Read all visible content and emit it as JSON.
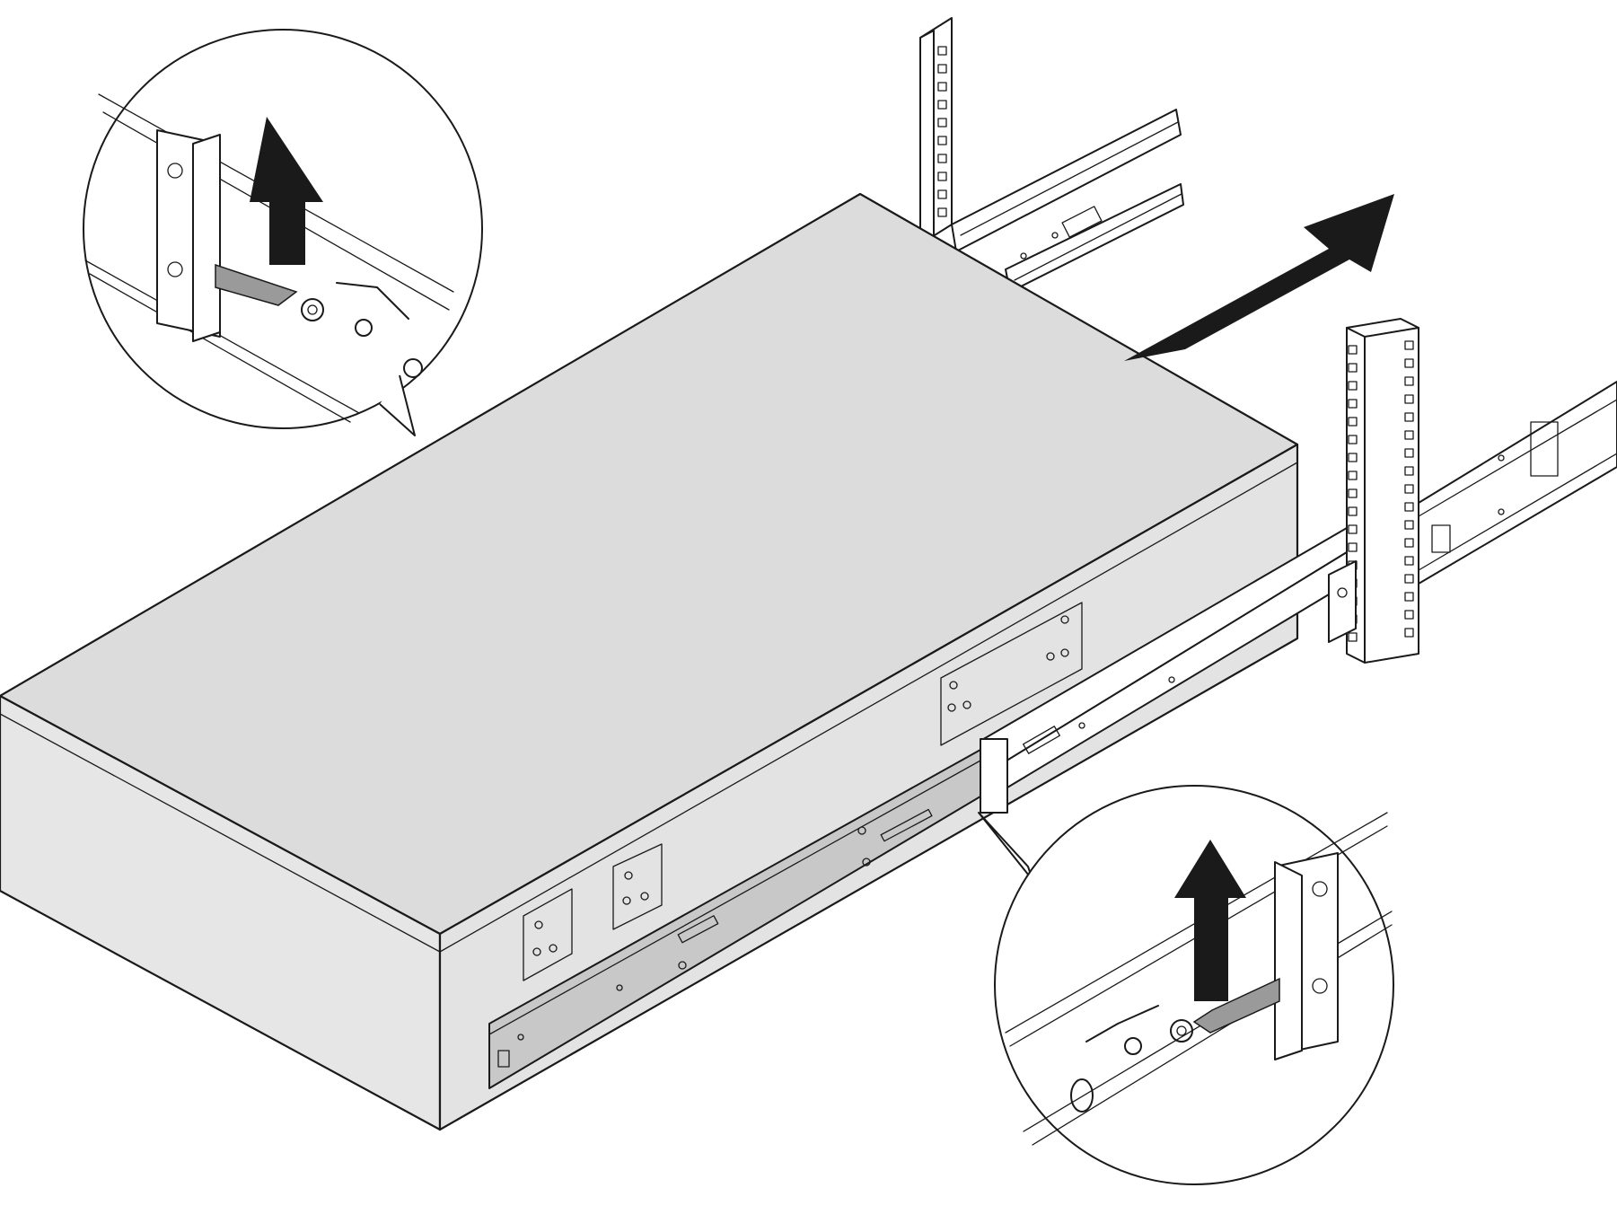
{
  "figure": {
    "kind": "server-rail-installation-illustration",
    "colors": {
      "line": "#1a1a1a",
      "server_top": "#dcdcdc",
      "server_side": "#e3e3e3",
      "server_front": "#e6e6e6",
      "inner_rail": "#c8c8c8",
      "arrow": "#1a1a1a",
      "background": "#ffffff"
    },
    "icons": [
      "slide-direction-arrow",
      "lift-up-arrow",
      "magnifier-callout"
    ]
  }
}
